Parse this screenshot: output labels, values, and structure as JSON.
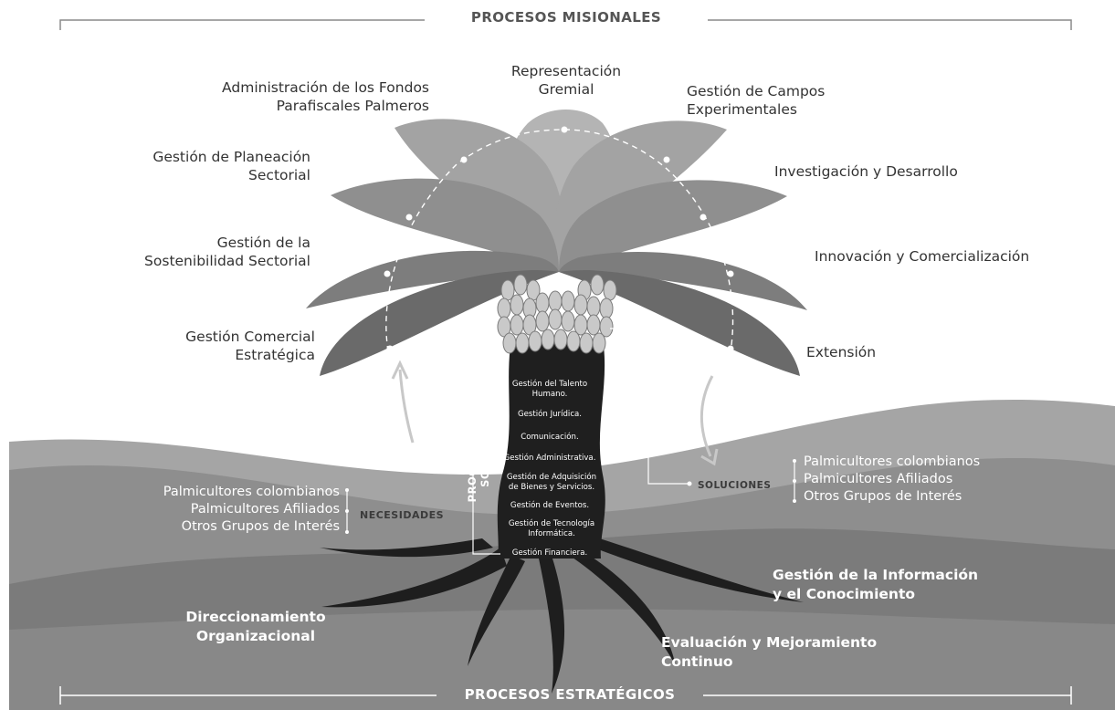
{
  "header": {
    "title": "PROCESOS MISIONALES"
  },
  "footer": {
    "title": "PROCESOS ESTRATÉGICOS"
  },
  "misionales": {
    "representacion": [
      "Representación",
      "Gremial"
    ],
    "administracion": [
      "Administración de los Fondos",
      "Parafiscales Palmeros"
    ],
    "campos": [
      "Gestión de Campos",
      "Experimentales"
    ],
    "planeacion": [
      "Gestión de Planeación",
      "Sectorial"
    ],
    "investigacion": "Investigación y Desarrollo",
    "sostenibilidad": [
      "Gestión de la",
      "Sostenibilidad Sectorial"
    ],
    "innovacion": "Innovación y Comercialización",
    "comercial": [
      "Gestión Comercial",
      "Estratégica"
    ],
    "extension": "Extensión"
  },
  "soporte": {
    "title": "PROCESOS DE SOPORTE",
    "items": [
      "Gestión del Talento Humano.",
      "Gestión Jurídica.",
      "Comunicación.",
      "Gestión Administrativa.",
      "Gestión de Adquisición de Bienes y Servicios.",
      "Gestión de Eventos.",
      "Gestión de Tecnología Informática.",
      "Gestión Financiera."
    ]
  },
  "necesidades": {
    "label": "NECESIDADES",
    "groups": [
      "Palmicultores colombianos",
      "Palmicultores Afiliados",
      "Otros Grupos de Interés"
    ]
  },
  "soluciones": {
    "label": "SOLUCIONES",
    "groups": [
      "Palmicultores colombianos",
      "Palmicultores Afiliados",
      "Otros Grupos de Interés"
    ]
  },
  "estrategicos": {
    "direccionamiento": [
      "Direccionamiento",
      "Organizacional"
    ],
    "informacion": [
      "Gestión de la Información",
      "y el Conocimiento"
    ],
    "evaluacion": [
      "Evaluación y Mejoramiento",
      "Continuo"
    ]
  }
}
